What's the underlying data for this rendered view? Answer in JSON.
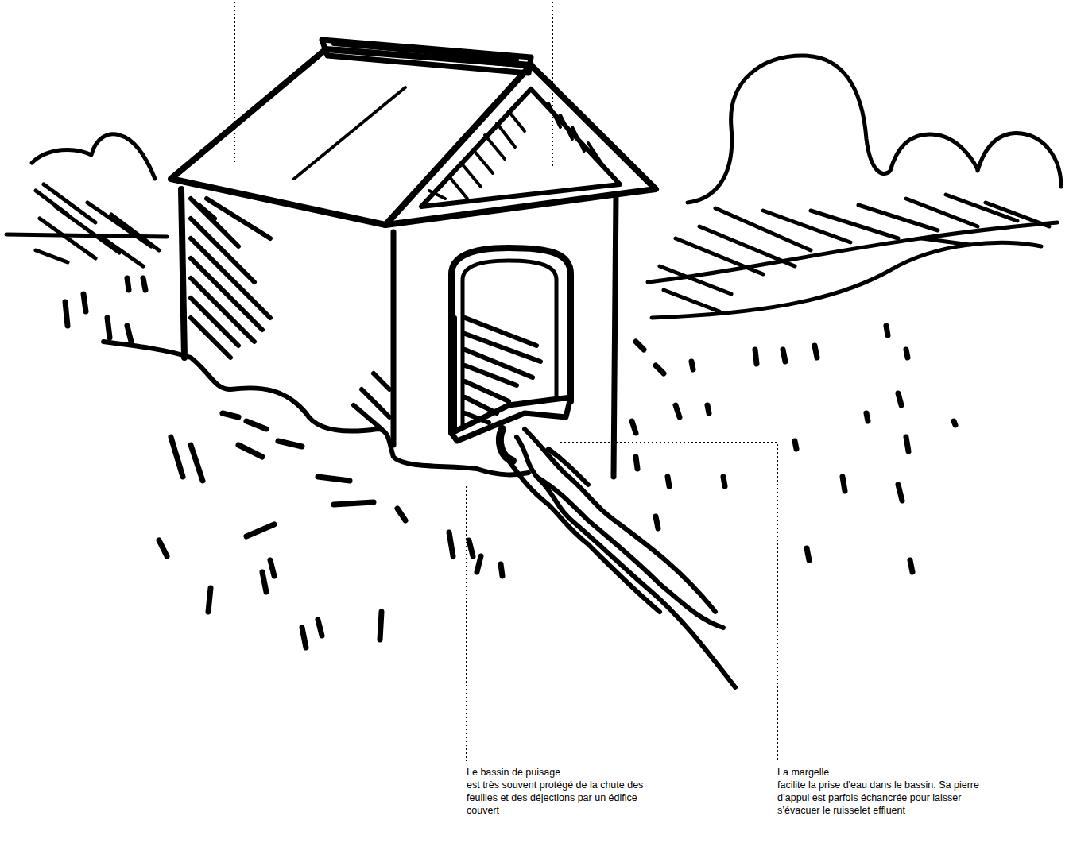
{
  "diagram": {
    "labels": [
      "Le bassin de puisage",
      "est très souvent protégé de la chute des feuilles et des déjections par un édifice couvert",
      "La margelle",
      "facilite la prise d'eau dans le bassin. Sa pierre d’appui est parfois échancrée pour laisser s’évacuer le ruisselet effluent"
    ]
  }
}
